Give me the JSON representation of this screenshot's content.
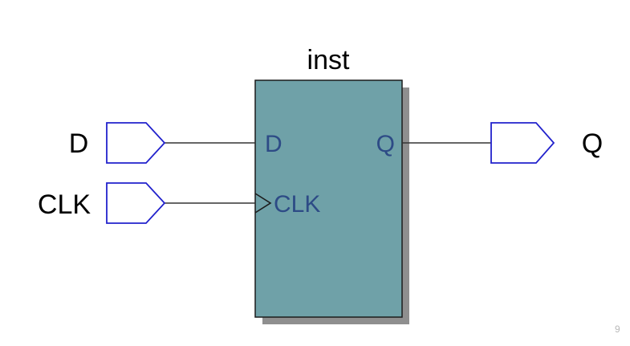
{
  "instance": {
    "label": "inst"
  },
  "block_ports": {
    "d": "D",
    "clk": "CLK",
    "q": "Q"
  },
  "pin_labels": {
    "d": "D",
    "clk": "CLK",
    "q": "Q"
  },
  "colors": {
    "background": "#FFFFFF",
    "block_fill": "#6FA1A8",
    "block_border": "#1C1C1C",
    "block_shadow": "#8F8F8F",
    "pin_outline": "#2222CC",
    "pin_fill": "#FFFFFF",
    "port_text": "#2D4B86",
    "external_text": "#000000",
    "wire": "#333333"
  },
  "watermark": {
    "text": "9"
  }
}
